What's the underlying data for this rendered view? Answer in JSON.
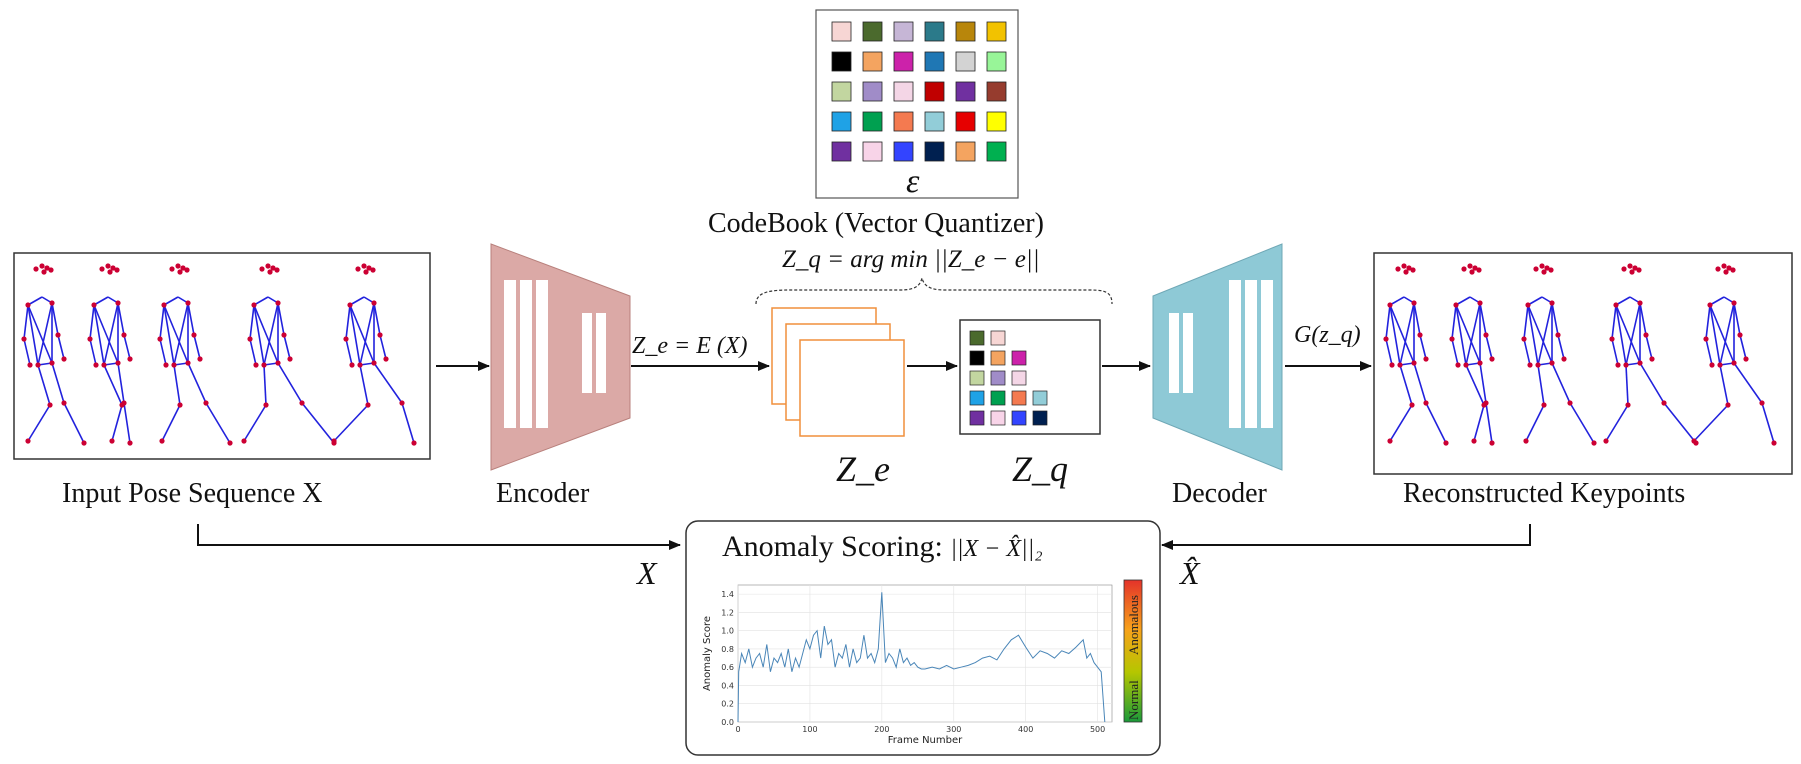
{
  "labels": {
    "input_pose": "Input Pose Sequence X",
    "encoder": "Encoder",
    "decoder": "Decoder",
    "reconstructed": "Reconstructed Keypoints",
    "codebook_title": "CodeBook (Vector Quantizer)",
    "codebook_symbol": "ε",
    "ze_formula": "Z_e = E (X)",
    "zq_formula": "Z_q = arg min ||Z_e − e||",
    "ze_symbol": "Z_e",
    "zq_symbol": "Z_q",
    "g_label": "G(z_q)",
    "x_label": "X",
    "xhat_label": "X̂",
    "anomaly_title": "Anomaly Scoring:",
    "anomaly_formula": "||X − X̂||₂"
  },
  "colors": {
    "encoder": "#dba9a6",
    "decoder": "#8ec9d6",
    "feature_map_border": "#f08f3b",
    "skeleton_bone": "#2222dd",
    "skeleton_joint": "#cc0033",
    "plot_line": "#4a86b8"
  },
  "codebook": [
    [
      "#f7d6d4",
      "#4b6a2d",
      "#c6b6d6",
      "#2b7a8a",
      "#b8860b",
      "#f2c200"
    ],
    [
      "#000000",
      "#f4a460",
      "#cc22aa",
      "#1f77b4",
      "#d3d3d3",
      "#98f598"
    ],
    [
      "#c2d6a0",
      "#a08cc8",
      "#f4d6e6",
      "#c00000",
      "#7030a0",
      "#963c2e"
    ],
    [
      "#1fa2e6",
      "#00a050",
      "#f47a50",
      "#92cdd8",
      "#e60000",
      "#ffff00"
    ],
    [
      "#7030a0",
      "#f8d4e8",
      "#3344ff",
      "#002050",
      "#f4a460",
      "#00b050"
    ]
  ],
  "quantized": [
    [
      "#4b6a2d",
      "#f7d6d4"
    ],
    [
      "#000000",
      "#f4a460",
      "#cc22aa"
    ],
    [
      "#c2d6a0",
      "#a08cc8",
      "#f4d6e6"
    ],
    [
      "#1fa2e6",
      "#00a050",
      "#f47a50",
      "#92cdd8"
    ],
    [
      "#7030a0",
      "#f8d4e8",
      "#3344ff",
      "#002050"
    ]
  ],
  "colorbar": {
    "top_label": "Anomalous",
    "bottom_label": "Normal"
  },
  "chart_data": {
    "type": "line",
    "xlabel": "Frame Number",
    "ylabel": "Anomaly Score",
    "xlim": [
      0,
      520
    ],
    "ylim": [
      0.0,
      1.5
    ],
    "xticks": [
      0,
      100,
      200,
      300,
      400,
      500
    ],
    "yticks": [
      0.0,
      0.2,
      0.4,
      0.6,
      0.8,
      1.0,
      1.2,
      1.4
    ],
    "grid": true,
    "series": [
      {
        "x": [
          0,
          1,
          5,
          10,
          15,
          20,
          25,
          30,
          35,
          40,
          45,
          50,
          55,
          60,
          65,
          70,
          75,
          80,
          85,
          90,
          95,
          100,
          105,
          110,
          115,
          120,
          125,
          130,
          135,
          140,
          145,
          150,
          155,
          160,
          165,
          170,
          175,
          180,
          185,
          190,
          195,
          200,
          205,
          210,
          215,
          220,
          225,
          230,
          235,
          240,
          245,
          250,
          255,
          260,
          270,
          280,
          290,
          300,
          310,
          320,
          330,
          340,
          350,
          360,
          370,
          380,
          390,
          400,
          410,
          420,
          430,
          440,
          450,
          460,
          470,
          480,
          485,
          490,
          495,
          500,
          505,
          510
        ],
        "y": [
          0.0,
          0.55,
          0.75,
          0.65,
          0.8,
          0.6,
          0.7,
          0.75,
          0.6,
          0.85,
          0.55,
          0.7,
          0.65,
          0.75,
          0.6,
          0.8,
          0.55,
          0.7,
          0.6,
          0.75,
          0.9,
          0.8,
          0.95,
          1.0,
          0.7,
          1.05,
          0.85,
          0.9,
          0.6,
          0.75,
          0.7,
          0.85,
          0.6,
          0.8,
          0.65,
          0.7,
          0.95,
          0.7,
          0.75,
          0.65,
          0.8,
          1.42,
          0.65,
          0.75,
          0.7,
          0.6,
          0.8,
          0.65,
          0.7,
          0.62,
          0.65,
          0.6,
          0.58,
          0.58,
          0.6,
          0.58,
          0.62,
          0.58,
          0.6,
          0.62,
          0.65,
          0.7,
          0.72,
          0.68,
          0.8,
          0.9,
          0.95,
          0.82,
          0.7,
          0.78,
          0.75,
          0.7,
          0.78,
          0.75,
          0.82,
          0.9,
          0.7,
          0.75,
          0.65,
          0.6,
          0.55,
          0.0
        ]
      }
    ]
  }
}
